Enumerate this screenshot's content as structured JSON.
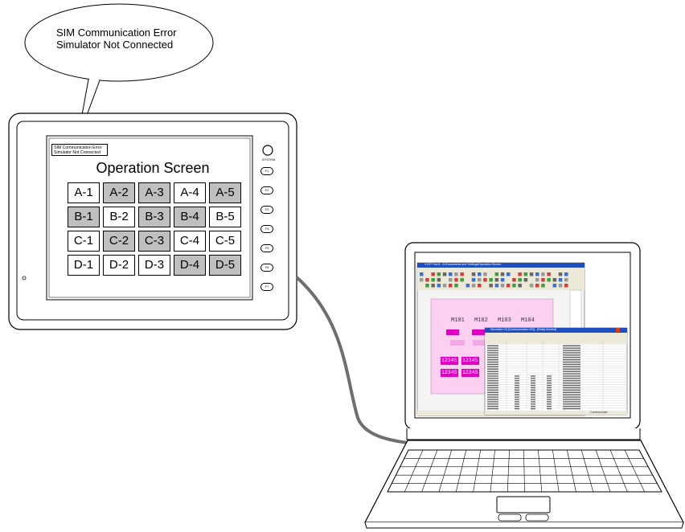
{
  "callout": {
    "line1": "SIM Communication Error",
    "line2": "Simulator Not Connected"
  },
  "hmi": {
    "error_line1": "SIM Communication Error",
    "error_line2": "Simulator Not Connected",
    "title": "Operation Screen",
    "system_label": "SYSTEM",
    "fkeys": [
      "F1",
      "F2",
      "F3",
      "F4",
      "F5",
      "F6",
      "F7"
    ],
    "grid": [
      [
        {
          "label": "A-1",
          "on": false
        },
        {
          "label": "A-2",
          "on": true
        },
        {
          "label": "A-3",
          "on": true
        },
        {
          "label": "A-4",
          "on": false
        },
        {
          "label": "A-5",
          "on": true
        }
      ],
      [
        {
          "label": "B-1",
          "on": true
        },
        {
          "label": "B-2",
          "on": false
        },
        {
          "label": "B-3",
          "on": true
        },
        {
          "label": "B-4",
          "on": true
        },
        {
          "label": "B-5",
          "on": false
        }
      ],
      [
        {
          "label": "C-1",
          "on": false
        },
        {
          "label": "C-2",
          "on": true
        },
        {
          "label": "C-3",
          "on": true
        },
        {
          "label": "C-4",
          "on": false
        },
        {
          "label": "C-5",
          "on": false
        }
      ],
      [
        {
          "label": "D-1",
          "on": false
        },
        {
          "label": "D-2",
          "on": false
        },
        {
          "label": "D-3",
          "on": false
        },
        {
          "label": "D-4",
          "on": true
        },
        {
          "label": "D-5",
          "on": true
        }
      ]
    ]
  },
  "laptop": {
    "editor_title": "V-SFT Ver.5 - D:\\Documents and Settings\\Operation Screen",
    "simulator_title": "Simulator V5 [Communication ON] - [Relay Monitor]",
    "m_labels": [
      "M101",
      "M102",
      "M103",
      "M104"
    ],
    "numeric_value": "12345",
    "status_text": "Communicate"
  },
  "colors": {
    "hmi_frame": "#ffffff",
    "window_title_bar": "#1f4fbf",
    "editor_canvas": "#fbd0f0",
    "numeric_display": "#e000c0",
    "cable": "#6e6e6e",
    "cell_on": "#bfbfbf"
  }
}
